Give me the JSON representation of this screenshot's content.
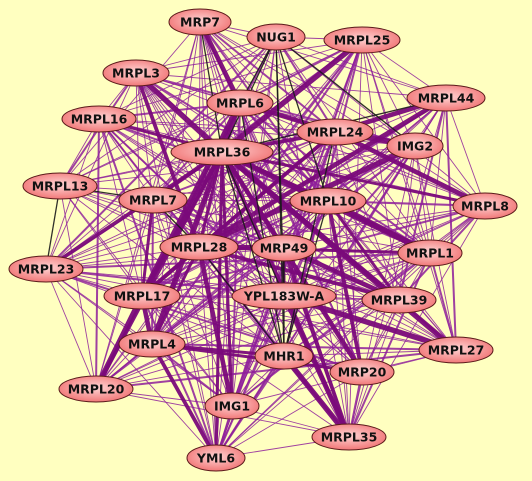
{
  "diagram": {
    "background_color": "#ffffc0",
    "edge_colors": {
      "main": "#7a0a7a",
      "light": "#8e1e9a",
      "dark": "#1a1a1a"
    },
    "node_fill": {
      "center": "#ffd4d4",
      "edge": "#f07070"
    },
    "nodes": [
      {
        "id": "MRP7",
        "label": "MRP7"
      },
      {
        "id": "NUG1",
        "label": "NUG1"
      },
      {
        "id": "MRPL25",
        "label": "MRPL25"
      },
      {
        "id": "MRPL3",
        "label": "MRPL3"
      },
      {
        "id": "MRPL44",
        "label": "MRPL44"
      },
      {
        "id": "MRPL6",
        "label": "MRPL6"
      },
      {
        "id": "MRPL16",
        "label": "MRPL16"
      },
      {
        "id": "MRPL24",
        "label": "MRPL24"
      },
      {
        "id": "IMG2",
        "label": "IMG2"
      },
      {
        "id": "MRPL36",
        "label": "MRPL36"
      },
      {
        "id": "MRPL13",
        "label": "MRPL13"
      },
      {
        "id": "MRPL7",
        "label": "MRPL7"
      },
      {
        "id": "MRPL10",
        "label": "MRPL10"
      },
      {
        "id": "MRPL8",
        "label": "MRPL8"
      },
      {
        "id": "MRPL28",
        "label": "MRPL28"
      },
      {
        "id": "MRP49",
        "label": "MRP49"
      },
      {
        "id": "MRPL1",
        "label": "MRPL1"
      },
      {
        "id": "MRPL23",
        "label": "MRPL23"
      },
      {
        "id": "MRPL17",
        "label": "MRPL17"
      },
      {
        "id": "YPL183W-A",
        "label": "YPL183W-A"
      },
      {
        "id": "MRPL39",
        "label": "MRPL39"
      },
      {
        "id": "MRPL4",
        "label": "MRPL4"
      },
      {
        "id": "MRPL27",
        "label": "MRPL27"
      },
      {
        "id": "MHR1",
        "label": "MHR1"
      },
      {
        "id": "MRP20",
        "label": "MRP20"
      },
      {
        "id": "MRPL20",
        "label": "MRPL20"
      },
      {
        "id": "IMG1",
        "label": "IMG1"
      },
      {
        "id": "MRPL35",
        "label": "MRPL35"
      },
      {
        "id": "YML6",
        "label": "YML6"
      }
    ],
    "hub_nodes": [
      "MRPL36",
      "MRPL28",
      "MRP49",
      "YPL183W-A",
      "MHR1",
      "MRPL17",
      "MRPL24",
      "MRPL6"
    ],
    "dark_edges": [
      [
        "NUG1",
        "MRPL36"
      ],
      [
        "NUG1",
        "MHR1"
      ],
      [
        "NUG1",
        "MRPL10"
      ],
      [
        "NUG1",
        "YPL183W-A"
      ],
      [
        "NUG1",
        "MRPL6"
      ],
      [
        "NUG1",
        "IMG2"
      ],
      [
        "MRP7",
        "MRPL36"
      ],
      [
        "MRPL36",
        "MHR1"
      ],
      [
        "MRPL36",
        "YPL183W-A"
      ],
      [
        "MRPL6",
        "MHR1"
      ],
      [
        "MRPL24",
        "MHR1"
      ],
      [
        "MRPL28",
        "MHR1"
      ],
      [
        "MRP49",
        "MHR1"
      ],
      [
        "MRPL13",
        "MRPL7"
      ],
      [
        "MRPL7",
        "MRPL28"
      ],
      [
        "MRPL10",
        "MHR1"
      ],
      [
        "MRPL44",
        "MRPL36"
      ],
      [
        "MRPL23",
        "MRPL13"
      ]
    ],
    "thick_edges": [
      [
        "MRPL36",
        "MRPL28"
      ],
      [
        "MRPL36",
        "MRP49"
      ],
      [
        "MRPL36",
        "MRPL17"
      ],
      [
        "MRPL36",
        "MRPL4"
      ],
      [
        "MRPL36",
        "IMG1"
      ],
      [
        "MRPL36",
        "MRPL35"
      ],
      [
        "MRPL36",
        "MRPL39"
      ],
      [
        "MRPL36",
        "MRPL1"
      ],
      [
        "MRPL36",
        "MRPL8"
      ],
      [
        "MRPL36",
        "MRPL24"
      ],
      [
        "MRPL36",
        "MRPL6"
      ],
      [
        "MRPL36",
        "MRPL3"
      ],
      [
        "MRPL36",
        "MRPL7"
      ],
      [
        "MRPL36",
        "MRPL10"
      ],
      [
        "MRPL36",
        "MRP20"
      ],
      [
        "MRPL36",
        "MRPL27"
      ],
      [
        "MRPL36",
        "YML6"
      ],
      [
        "MRPL36",
        "MRPL20"
      ],
      [
        "MRPL24",
        "MRPL44"
      ],
      [
        "MRPL24",
        "IMG2"
      ],
      [
        "MRPL24",
        "MRPL28"
      ],
      [
        "MRPL24",
        "MRPL17"
      ],
      [
        "MRPL6",
        "MRPL24"
      ],
      [
        "MRPL6",
        "MRPL17"
      ],
      [
        "MRPL28",
        "MRPL4"
      ],
      [
        "MRPL28",
        "MRPL17"
      ],
      [
        "MRPL28",
        "IMG1"
      ],
      [
        "MRPL28",
        "MRP49"
      ],
      [
        "MRP49",
        "YPL183W-A"
      ],
      [
        "MRP49",
        "MRPL35"
      ],
      [
        "MRP49",
        "MRPL39"
      ],
      [
        "MRPL10",
        "MRPL1"
      ],
      [
        "MRPL10",
        "MRPL39"
      ],
      [
        "MRPL10",
        "MRP20"
      ],
      [
        "MRPL17",
        "MRPL4"
      ],
      [
        "MRPL17",
        "MRPL20"
      ],
      [
        "MRPL4",
        "MHR1"
      ],
      [
        "MRPL4",
        "YML6"
      ],
      [
        "YPL183W-A",
        "MRPL35"
      ],
      [
        "YPL183W-A",
        "MRPL27"
      ],
      [
        "MRPL16",
        "MRPL36"
      ],
      [
        "MRPL3",
        "MRPL28"
      ],
      [
        "MRP7",
        "MRPL6"
      ],
      [
        "MRPL25",
        "MRPL36"
      ],
      [
        "MRPL7",
        "MRPL17"
      ],
      [
        "MRPL23",
        "MRPL36"
      ],
      [
        "MRPL44",
        "MRPL28"
      ],
      [
        "IMG2",
        "MRPL28"
      ],
      [
        "MRPL1",
        "MRPL28"
      ],
      [
        "MRPL39",
        "MRPL28"
      ],
      [
        "MRPL8",
        "MRPL24"
      ],
      [
        "MHR1",
        "MRPL35"
      ],
      [
        "MRP20",
        "MRPL4"
      ]
    ],
    "light_edge_density": 0.72
  }
}
